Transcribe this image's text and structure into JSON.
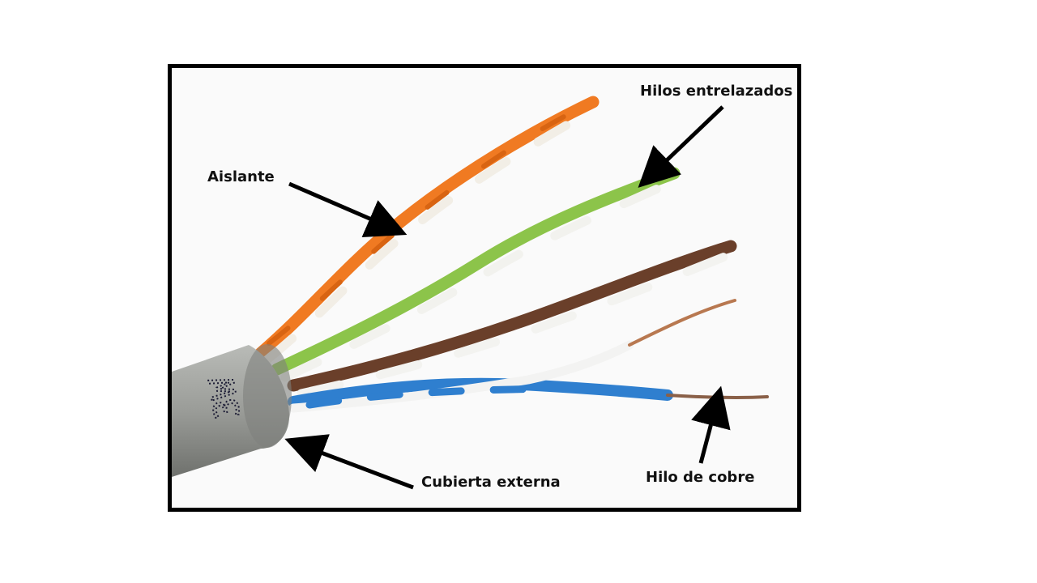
{
  "labels": {
    "insulation": "Aislante",
    "twisted_pairs": "Hilos entrelazados",
    "outer_jacket": "Cubierta externa",
    "copper_wire": "Hilo de cobre"
  },
  "jacket_print": "3W",
  "colors": {
    "frame": "#000000",
    "background": "#ffffff",
    "jacket": "#9a9c98",
    "orange_pair": "#f07a22",
    "green_pair": "#8cc44a",
    "brown_pair": "#6a3f2a",
    "blue_pair": "#2f7fcf",
    "copper": "#b87850",
    "arrow": "#000000"
  }
}
